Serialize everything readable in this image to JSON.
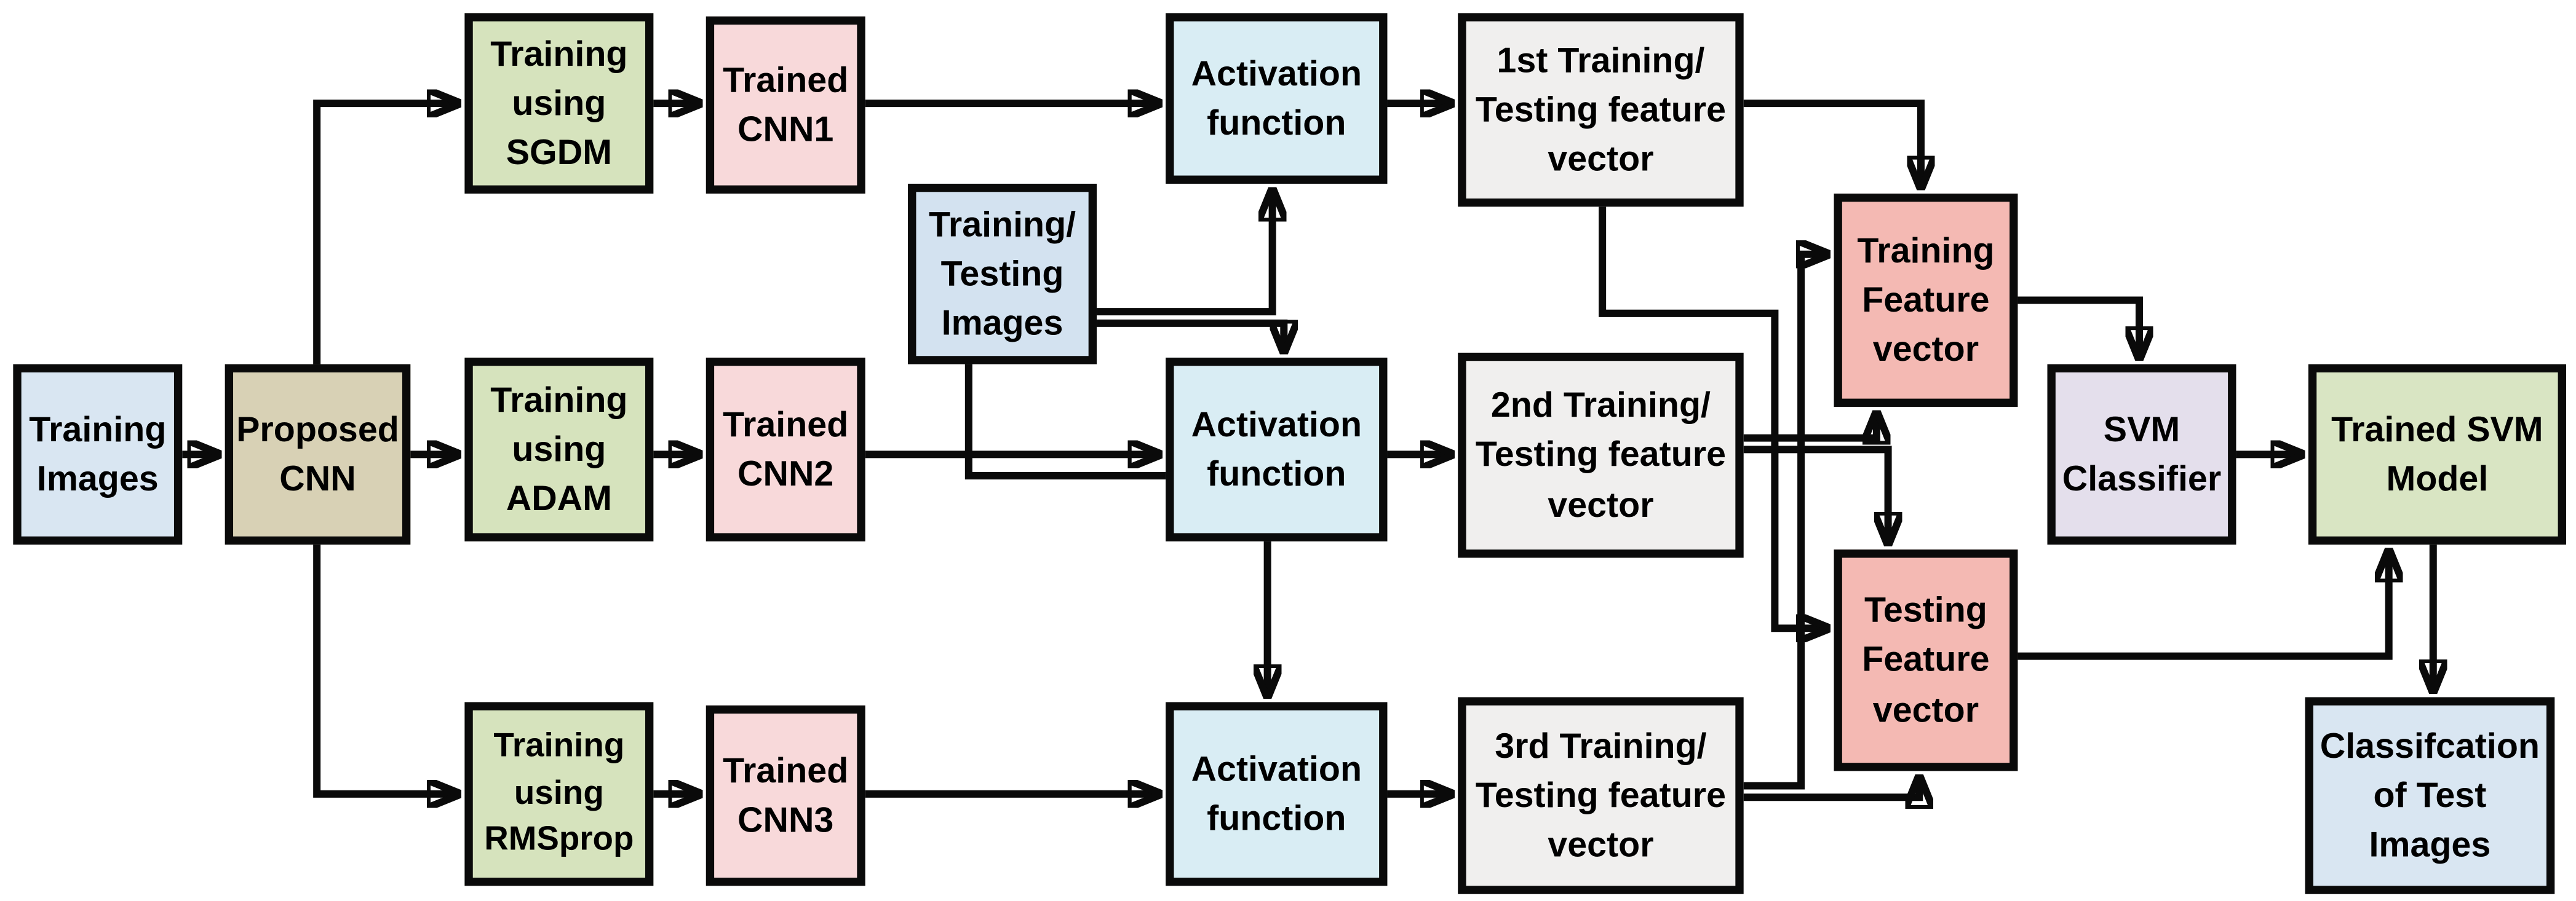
{
  "title": "CNN and SVM classification pipeline flowchart",
  "nodes": {
    "training_images": {
      "label": "Training\nImages",
      "color": "#d9e6f2"
    },
    "proposed_cnn": {
      "label": "Proposed\nCNN",
      "color": "#d8d1b5"
    },
    "sgdm": {
      "label": "Training\nusing\nSGDM",
      "color": "#d6e3bd"
    },
    "adam": {
      "label": "Training\nusing\nADAM",
      "color": "#d6e3bd"
    },
    "rmsprop": {
      "label": "Training\nusing\nRMSprop",
      "color": "#d6e3bd"
    },
    "cnn1": {
      "label": "Trained\nCNN1",
      "color": "#f8d9da"
    },
    "cnn2": {
      "label": "Trained\nCNN2",
      "color": "#f8d9da"
    },
    "cnn3": {
      "label": "Trained\nCNN3",
      "color": "#f8d9da"
    },
    "tt_images": {
      "label": "Training/\nTesting\nImages",
      "color": "#d3e2f0"
    },
    "act1": {
      "label": "Activation\nfunction",
      "color": "#d9edf4"
    },
    "act2": {
      "label": "Activation\nfunction",
      "color": "#d9edf4"
    },
    "act3": {
      "label": "Activation\nfunction",
      "color": "#d9edf4"
    },
    "fv1": {
      "label": "1st Training/\nTesting feature\nvector",
      "color": "#f0efee"
    },
    "fv2": {
      "label": "2nd Training/\nTesting feature\nvector",
      "color": "#f0efee"
    },
    "fv3": {
      "label": "3rd Training/\nTesting feature\nvector",
      "color": "#f0efee"
    },
    "train_fv": {
      "label": "Training\nFeature\nvector",
      "color": "#f4b9b3"
    },
    "test_fv": {
      "label": "Testing\nFeature\nvector",
      "color": "#f4b9b3"
    },
    "svm_classifier": {
      "label": "SVM\nClassifier",
      "color": "#e4dfec"
    },
    "trained_svm": {
      "label": "Trained SVM\nModel",
      "color": "#d9e5c3"
    },
    "classification": {
      "label": "Classifcation\nof Test\nImages",
      "color": "#d9e6f2"
    }
  },
  "edges": [
    {
      "from": "training_images",
      "to": "proposed_cnn"
    },
    {
      "from": "proposed_cnn",
      "to": "sgdm"
    },
    {
      "from": "proposed_cnn",
      "to": "adam"
    },
    {
      "from": "proposed_cnn",
      "to": "rmsprop"
    },
    {
      "from": "sgdm",
      "to": "cnn1"
    },
    {
      "from": "adam",
      "to": "cnn2"
    },
    {
      "from": "rmsprop",
      "to": "cnn3"
    },
    {
      "from": "cnn1",
      "to": "act1"
    },
    {
      "from": "cnn2",
      "to": "act2"
    },
    {
      "from": "cnn3",
      "to": "act3"
    },
    {
      "from": "tt_images",
      "to": "act1"
    },
    {
      "from": "tt_images",
      "to": "act2"
    },
    {
      "from": "tt_images",
      "to": "act3"
    },
    {
      "from": "act1",
      "to": "fv1"
    },
    {
      "from": "act2",
      "to": "fv2"
    },
    {
      "from": "act3",
      "to": "fv3"
    },
    {
      "from": "fv1",
      "to": "train_fv"
    },
    {
      "from": "fv1",
      "to": "test_fv"
    },
    {
      "from": "fv2",
      "to": "train_fv"
    },
    {
      "from": "fv2",
      "to": "test_fv"
    },
    {
      "from": "fv3",
      "to": "train_fv"
    },
    {
      "from": "fv3",
      "to": "test_fv"
    },
    {
      "from": "train_fv",
      "to": "svm_classifier"
    },
    {
      "from": "svm_classifier",
      "to": "trained_svm"
    },
    {
      "from": "test_fv",
      "to": "trained_svm"
    },
    {
      "from": "trained_svm",
      "to": "classification"
    }
  ],
  "line_color": "#0a0a0a",
  "background_color": "#ffffff"
}
